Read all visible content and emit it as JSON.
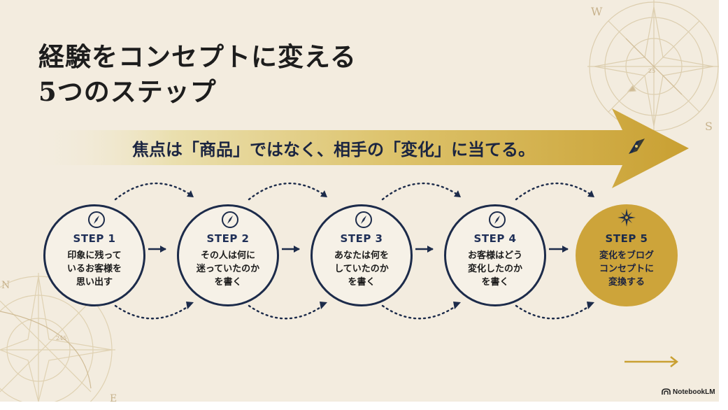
{
  "title": {
    "line1": "経験をコンセプトに変える",
    "line2": "5つのステップ"
  },
  "banner": {
    "text": "焦点は「商品」ではなく、相手の「変化」に当てる。"
  },
  "steps": [
    {
      "label": "STEP 1",
      "lines": [
        "印象に残って",
        "いるお客様を",
        "思い出す"
      ],
      "icon": "compass-icon"
    },
    {
      "label": "STEP 2",
      "lines": [
        "その人は何に",
        "迷っていたのか",
        "を書く"
      ],
      "icon": "compass-icon"
    },
    {
      "label": "STEP 3",
      "lines": [
        "あなたは何を",
        "していたのか",
        "を書く"
      ],
      "icon": "compass-icon"
    },
    {
      "label": "STEP 4",
      "lines": [
        "お客様はどう",
        "変化したのか",
        "を書く"
      ],
      "icon": "compass-icon"
    },
    {
      "label": "STEP 5",
      "lines": [
        "変化をブログ",
        "コンセプトに",
        "変換する"
      ],
      "icon": "compass-star-icon"
    }
  ],
  "decoration": {
    "compass_top_right": [
      "W",
      "S",
      "25"
    ],
    "compass_bottom_left": [
      "N",
      "E",
      "245"
    ]
  },
  "brand": {
    "text": "NotebookLM"
  },
  "colors": {
    "background": "#f3ecdf",
    "navy": "#1c2b4a",
    "gold": "#cda43a",
    "text": "#1d1d1d"
  }
}
